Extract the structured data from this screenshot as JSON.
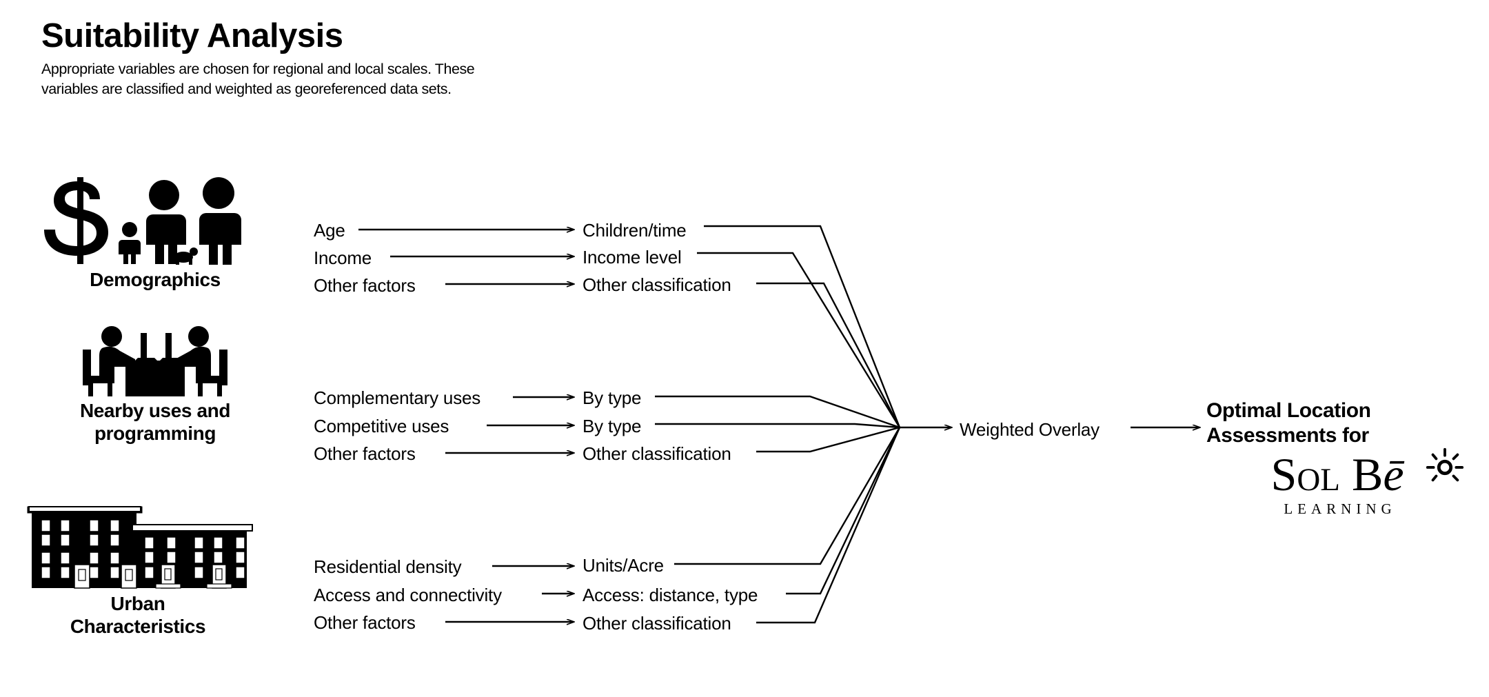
{
  "header": {
    "title": "Suitability Analysis",
    "subtitle_line1": "Appropriate variables are chosen for regional and local scales. These",
    "subtitle_line2": "variables are classified and weighted as georeferenced data sets."
  },
  "categories": [
    {
      "label": "Demographics",
      "icon": "money-people-icon"
    },
    {
      "label_line1": "Nearby uses and",
      "label_line2": "programming",
      "icon": "meeting-table-icon"
    },
    {
      "label_line1": "Urban",
      "label_line2": "Characteristics",
      "icon": "rowhouse-buildings-icon"
    }
  ],
  "flows": [
    {
      "group": "Demographics",
      "rows": [
        {
          "variable": "Age",
          "classification": "Children/time"
        },
        {
          "variable": "Income",
          "classification": "Income level"
        },
        {
          "variable": "Other factors",
          "classification": "Other classification"
        }
      ]
    },
    {
      "group": "Nearby uses and programming",
      "rows": [
        {
          "variable": "Complementary uses",
          "classification": "By type"
        },
        {
          "variable": "Competitive uses",
          "classification": "By type"
        },
        {
          "variable": "Other factors",
          "classification": "Other classification"
        }
      ]
    },
    {
      "group": "Urban Characteristics",
      "rows": [
        {
          "variable": "Residential density",
          "classification": "Units/Acre"
        },
        {
          "variable": "Access and connectivity",
          "classification": "Access: distance, type"
        },
        {
          "variable": "Other factors",
          "classification": "Other classification"
        }
      ]
    }
  ],
  "overlay": {
    "label": "Weighted Overlay"
  },
  "outcome": {
    "line1": "Optimal Location",
    "line2": "Assessments for",
    "logo": {
      "word_sol": "S",
      "word_sol_small": "OL",
      "word_be": "B",
      "word_be_italic": "ē",
      "tagline": "LEARNING",
      "icon": "sun-burst-icon"
    }
  },
  "colors": {
    "ink": "#000000",
    "background": "#ffffff"
  }
}
